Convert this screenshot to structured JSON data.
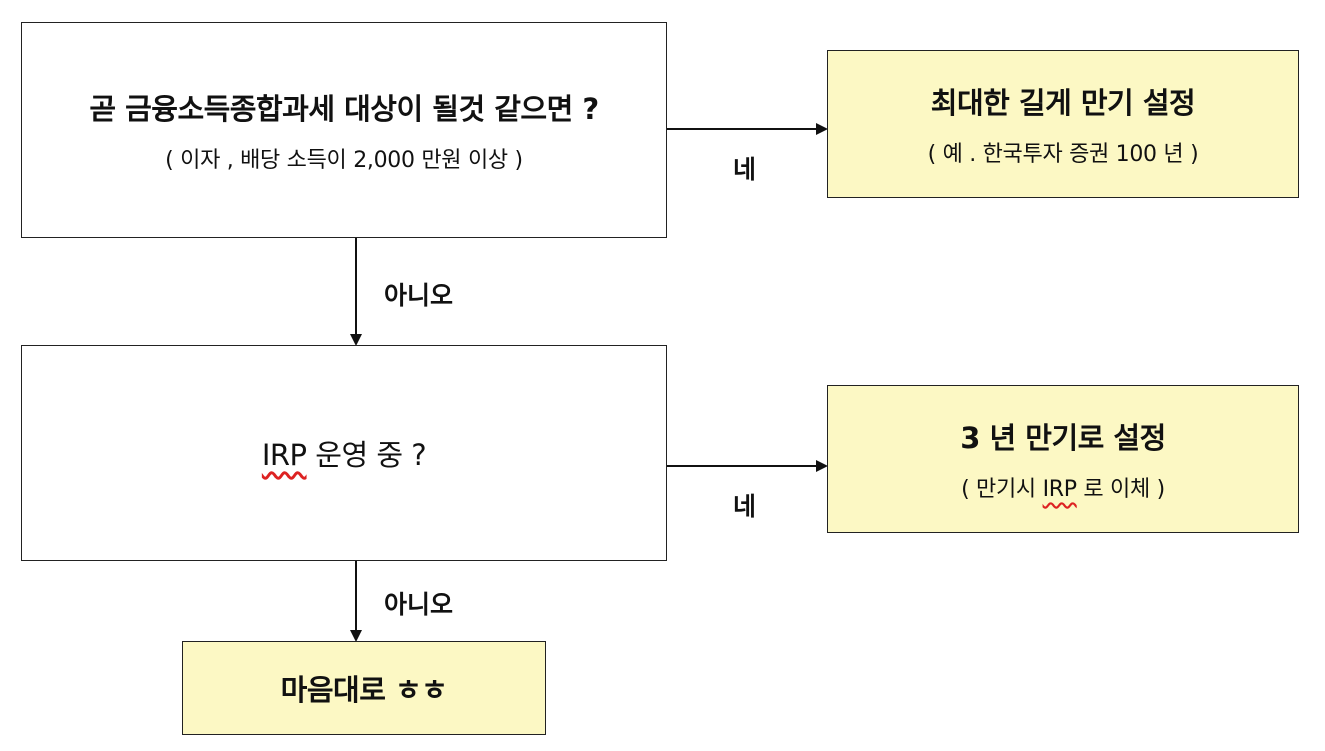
{
  "nodes": {
    "q1": {
      "title": "곧 금융소득종합과세 대상이 될것 같으면 ?",
      "sub": "( 이자 ,  배당 소득이  2,000 만원 이상 )"
    },
    "a1": {
      "title": "최대한 길게 만기 설정",
      "sub": "( 예 .  한국투자 증권  100 년 )"
    },
    "q2": {
      "title_irp": "IRP",
      "title_rest": " 운영 중 ?"
    },
    "a2": {
      "title": "3 년 만기로 설정",
      "sub_before": "( 만기시 ",
      "sub_irp": "IRP",
      "sub_after": " 로 이체 )"
    },
    "a3": {
      "title": "마음대로 ㅎㅎ"
    }
  },
  "edges": {
    "yes1": "네",
    "no1": "아니오",
    "yes2": "네",
    "no2": "아니오"
  }
}
